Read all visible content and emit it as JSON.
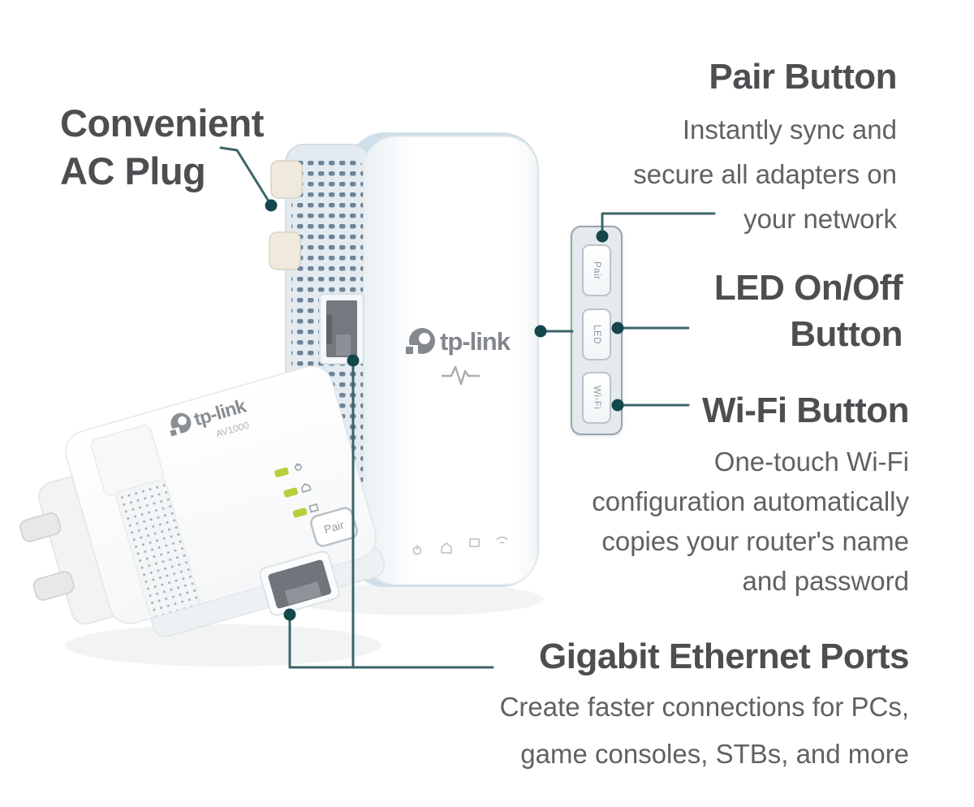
{
  "annotations": {
    "ac_plug": {
      "title_lines": [
        "Convenient",
        "AC Plug"
      ]
    },
    "pair": {
      "title": "Pair Button",
      "desc_lines": [
        "Instantly sync and",
        "secure all adapters on",
        "your network"
      ]
    },
    "led": {
      "title_lines": [
        "LED On/Off",
        "Button"
      ]
    },
    "wifi": {
      "title": "Wi-Fi Button",
      "desc_lines": [
        "One-touch Wi-Fi",
        "configuration automatically",
        "copies your router's name",
        "and password"
      ]
    },
    "ethernet": {
      "title": "Gigabit Ethernet Ports",
      "desc_lines": [
        "Create faster connections for PCs,",
        "game consoles, STBs, and more"
      ]
    }
  },
  "button_panel": {
    "buttons": [
      {
        "label": "Pair"
      },
      {
        "label": "LED"
      },
      {
        "label": "Wi-Fi"
      }
    ]
  },
  "devices": {
    "wifi_extender": {
      "brand": "tp-link"
    },
    "powerline_adapter": {
      "brand": "tp-link",
      "model": "AV1000",
      "pair_button_label": "Pair"
    }
  },
  "colors": {
    "callout_line": "#3c6468",
    "callout_dot": "#14474b",
    "heading_text": "#4e4e52",
    "body_text": "#616165",
    "led_green": "#b7cf3f",
    "device_side_blue": "#e3ebf1",
    "device_rim_blue": "#cfdfe9"
  }
}
